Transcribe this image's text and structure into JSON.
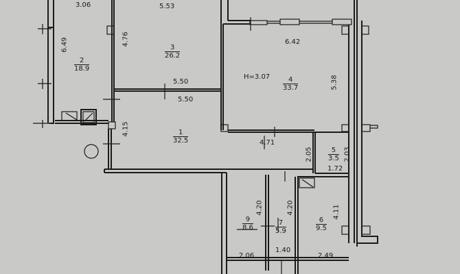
{
  "plan": {
    "ceiling_height": "H=3.07",
    "rooms": [
      {
        "number": "1",
        "area": "32.5"
      },
      {
        "number": "2",
        "area": "18.9"
      },
      {
        "number": "3",
        "area": "26.2"
      },
      {
        "number": "4",
        "area": "33.7"
      },
      {
        "number": "5",
        "area": "3.5"
      },
      {
        "number": "6",
        "area": "9.5"
      },
      {
        "number": "7",
        "area": "5.9"
      },
      {
        "number": "9",
        "area": "8.6"
      }
    ],
    "dimensions": {
      "d_3_06": "3.06",
      "d_5_53": "5.53",
      "d_6_49": "6.49",
      "d_4_76": "4.76",
      "d_5_50_top": "5.50",
      "d_5_50_bottom": "5.50",
      "d_6_42": "6.42",
      "d_5_38": "5.38",
      "d_4_15": "4.15",
      "d_4_71": "4.71",
      "d_2_05": "2.05",
      "d_2_03": "2.03",
      "d_1_72": "1.72",
      "d_4_20_a": "4.20",
      "d_4_20_b": "4.20",
      "d_4_11": "4.11",
      "d_2_06": "2.06",
      "d_1_40": "1.40",
      "d_2_49": "2.49"
    }
  }
}
